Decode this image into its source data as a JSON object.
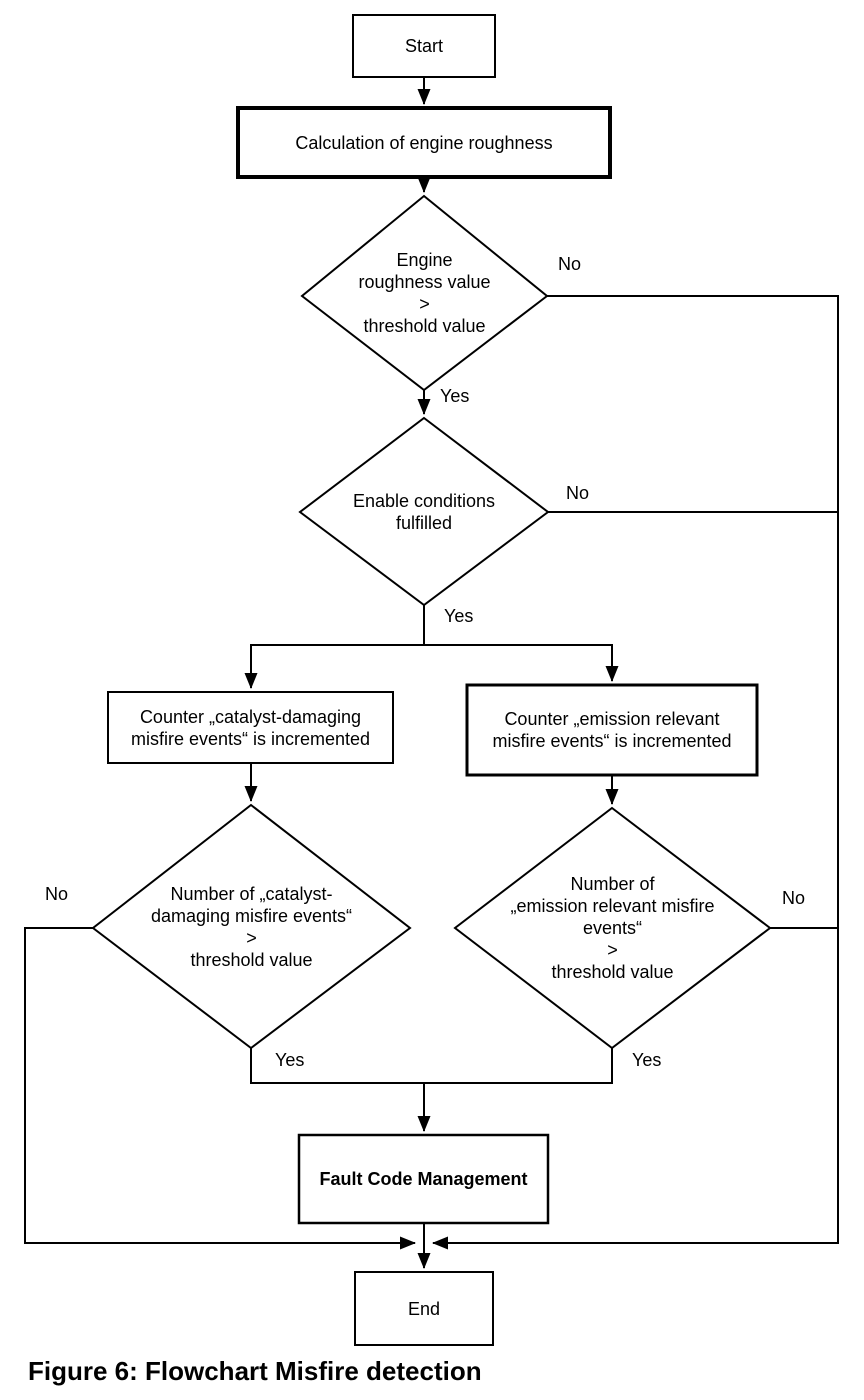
{
  "figure": {
    "caption": "Figure 6: Flowchart Misfire detection"
  },
  "flowchart": {
    "colors": {
      "stroke": "#000000",
      "background": "#ffffff"
    },
    "nodes": {
      "start": {
        "label": "Start"
      },
      "calculation": {
        "label": "Calculation of engine roughness"
      },
      "roughness_decision": {
        "label": "Engine\nroughness value\n>\nthreshold value"
      },
      "enable_decision": {
        "label": "Enable conditions\nfulfilled"
      },
      "catalyst_counter": {
        "label": "Counter „catalyst-damaging\nmisfire events“ is incremented"
      },
      "emission_counter": {
        "label": "Counter „emission relevant\nmisfire events“ is incremented"
      },
      "catalyst_decision": {
        "label": "Number of „catalyst-\ndamaging misfire events“\n>\nthreshold value"
      },
      "emission_decision": {
        "label": "Number of\n„emission relevant misfire\nevents“\n>\nthreshold value"
      },
      "fault_code": {
        "label": "Fault Code Management"
      },
      "end": {
        "label": "End"
      }
    },
    "edge_labels": {
      "roughness_no": "No",
      "roughness_yes": "Yes",
      "enable_no": "No",
      "enable_yes": "Yes",
      "catalyst_no": "No",
      "catalyst_yes": "Yes",
      "emission_no": "No",
      "emission_yes": "Yes"
    }
  }
}
